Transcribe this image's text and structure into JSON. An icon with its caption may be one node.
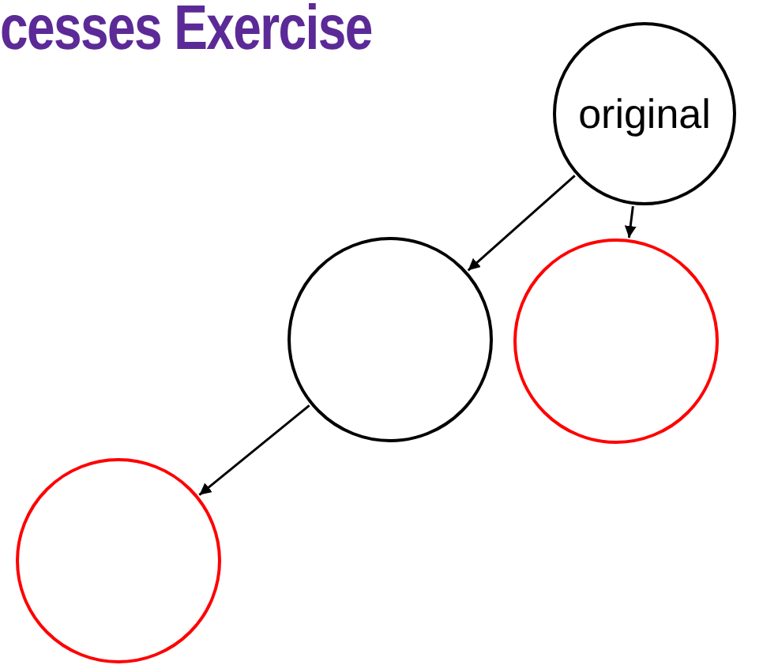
{
  "diagram": {
    "title": "cesses Exercise",
    "nodes": [
      {
        "text": [
          "original"
        ]
      },
      {
        "text": [],
        "shape": "circle"
      },
      {
        "text": [],
        "shape": "circle"
      },
      {
        "text": [],
        "shape": "circle"
      }
    ],
    "edges": [
      {
        "from": 0,
        "to": 1,
        "arrow": "to"
      },
      {
        "from": 0,
        "to": 2,
        "arrow": "to"
      },
      {
        "from": 1,
        "to": 3,
        "arrow": "to"
      }
    ]
  }
}
